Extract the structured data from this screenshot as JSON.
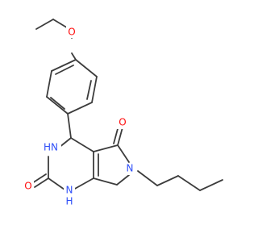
{
  "colors": {
    "background": "#ffffff",
    "bond": "#3c3c3c",
    "oxygen": "#ff0d0d",
    "nitrogen": "#3050f8"
  },
  "atoms": {
    "ether_oxygen": "O",
    "carbonyl_oxygen_ring": "O",
    "carbonyl_oxygen_urea": "O",
    "ring_nitrogen": "N",
    "urea_nh_upper": "HN",
    "urea_nh_lower": "N",
    "urea_nh_lower_h": "H"
  }
}
